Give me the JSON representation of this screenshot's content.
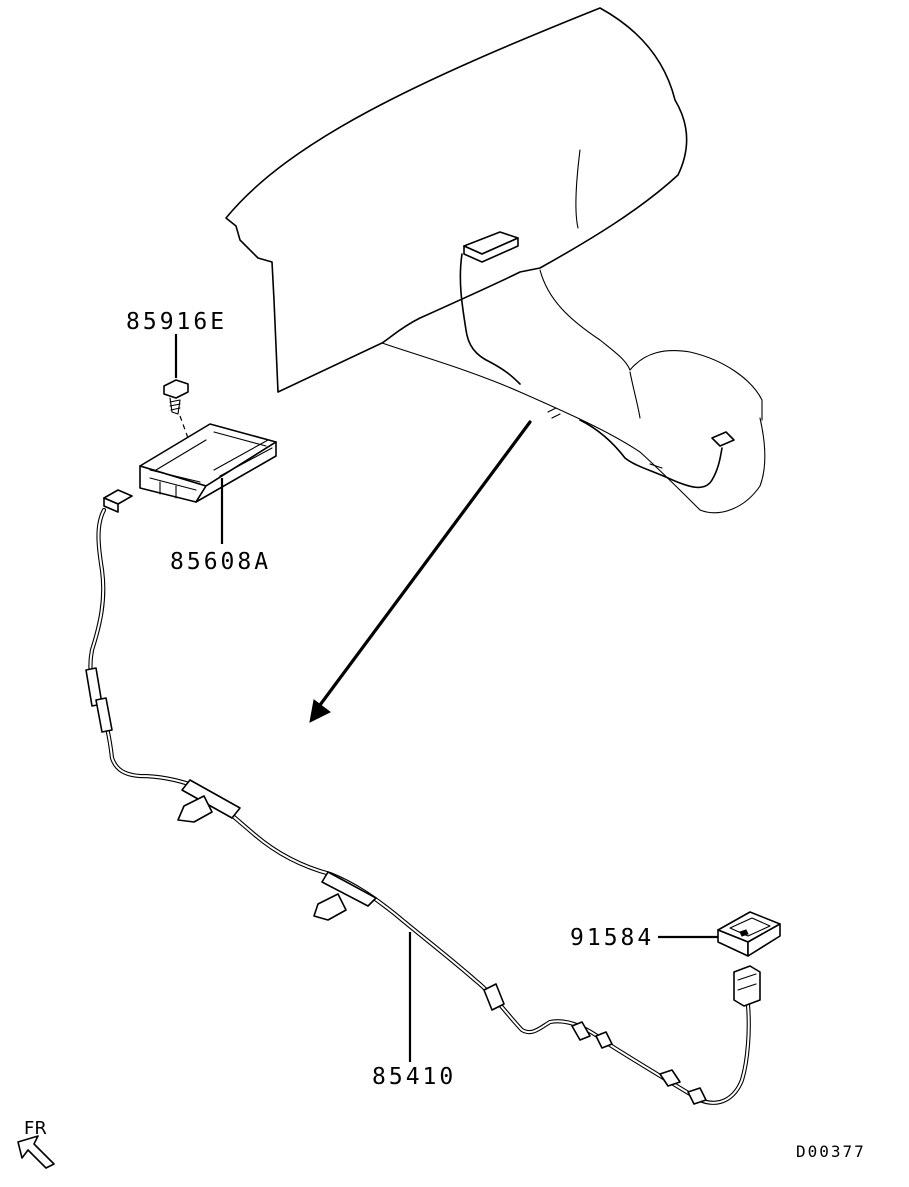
{
  "diagram": {
    "callouts": {
      "bolt": "85916E",
      "control_unit": "85608A",
      "harness": "85410",
      "switch": "91584"
    },
    "direction_label": "FR",
    "drawing_code": "D00377",
    "icons": {
      "direction": "front-direction-arrow-icon",
      "view": "view-direction-arrow-icon"
    }
  }
}
